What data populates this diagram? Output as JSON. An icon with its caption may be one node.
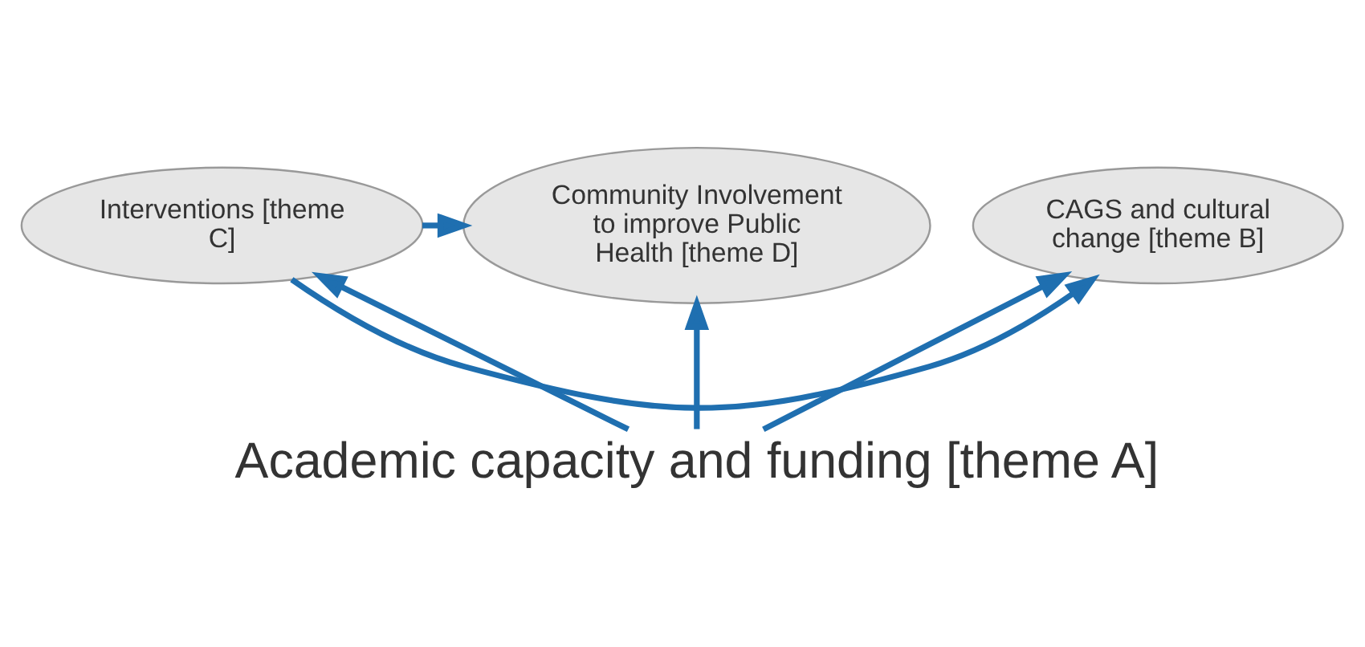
{
  "diagram": {
    "nodes": [
      {
        "text": [
          "CAGS and cultural change [theme B]"
        ]
      },
      {
        "text": [
          "Interventions [theme C]"
        ]
      },
      {
        "text": [
          "Community Involvement to improve Public Health [theme D]"
        ]
      },
      {
        "text": [
          "Academic capacity and funding [theme A]"
        ]
      }
    ],
    "edges": [
      {
        "from": 1,
        "to": 0,
        "arrow": "to"
      },
      {
        "from": 1,
        "to": 2,
        "arrow": "to"
      },
      {
        "from": 3,
        "to": 0,
        "arrow": "to"
      },
      {
        "from": 3,
        "to": 1,
        "arrow": "to"
      },
      {
        "from": 3,
        "to": 2,
        "arrow": "to"
      }
    ]
  }
}
